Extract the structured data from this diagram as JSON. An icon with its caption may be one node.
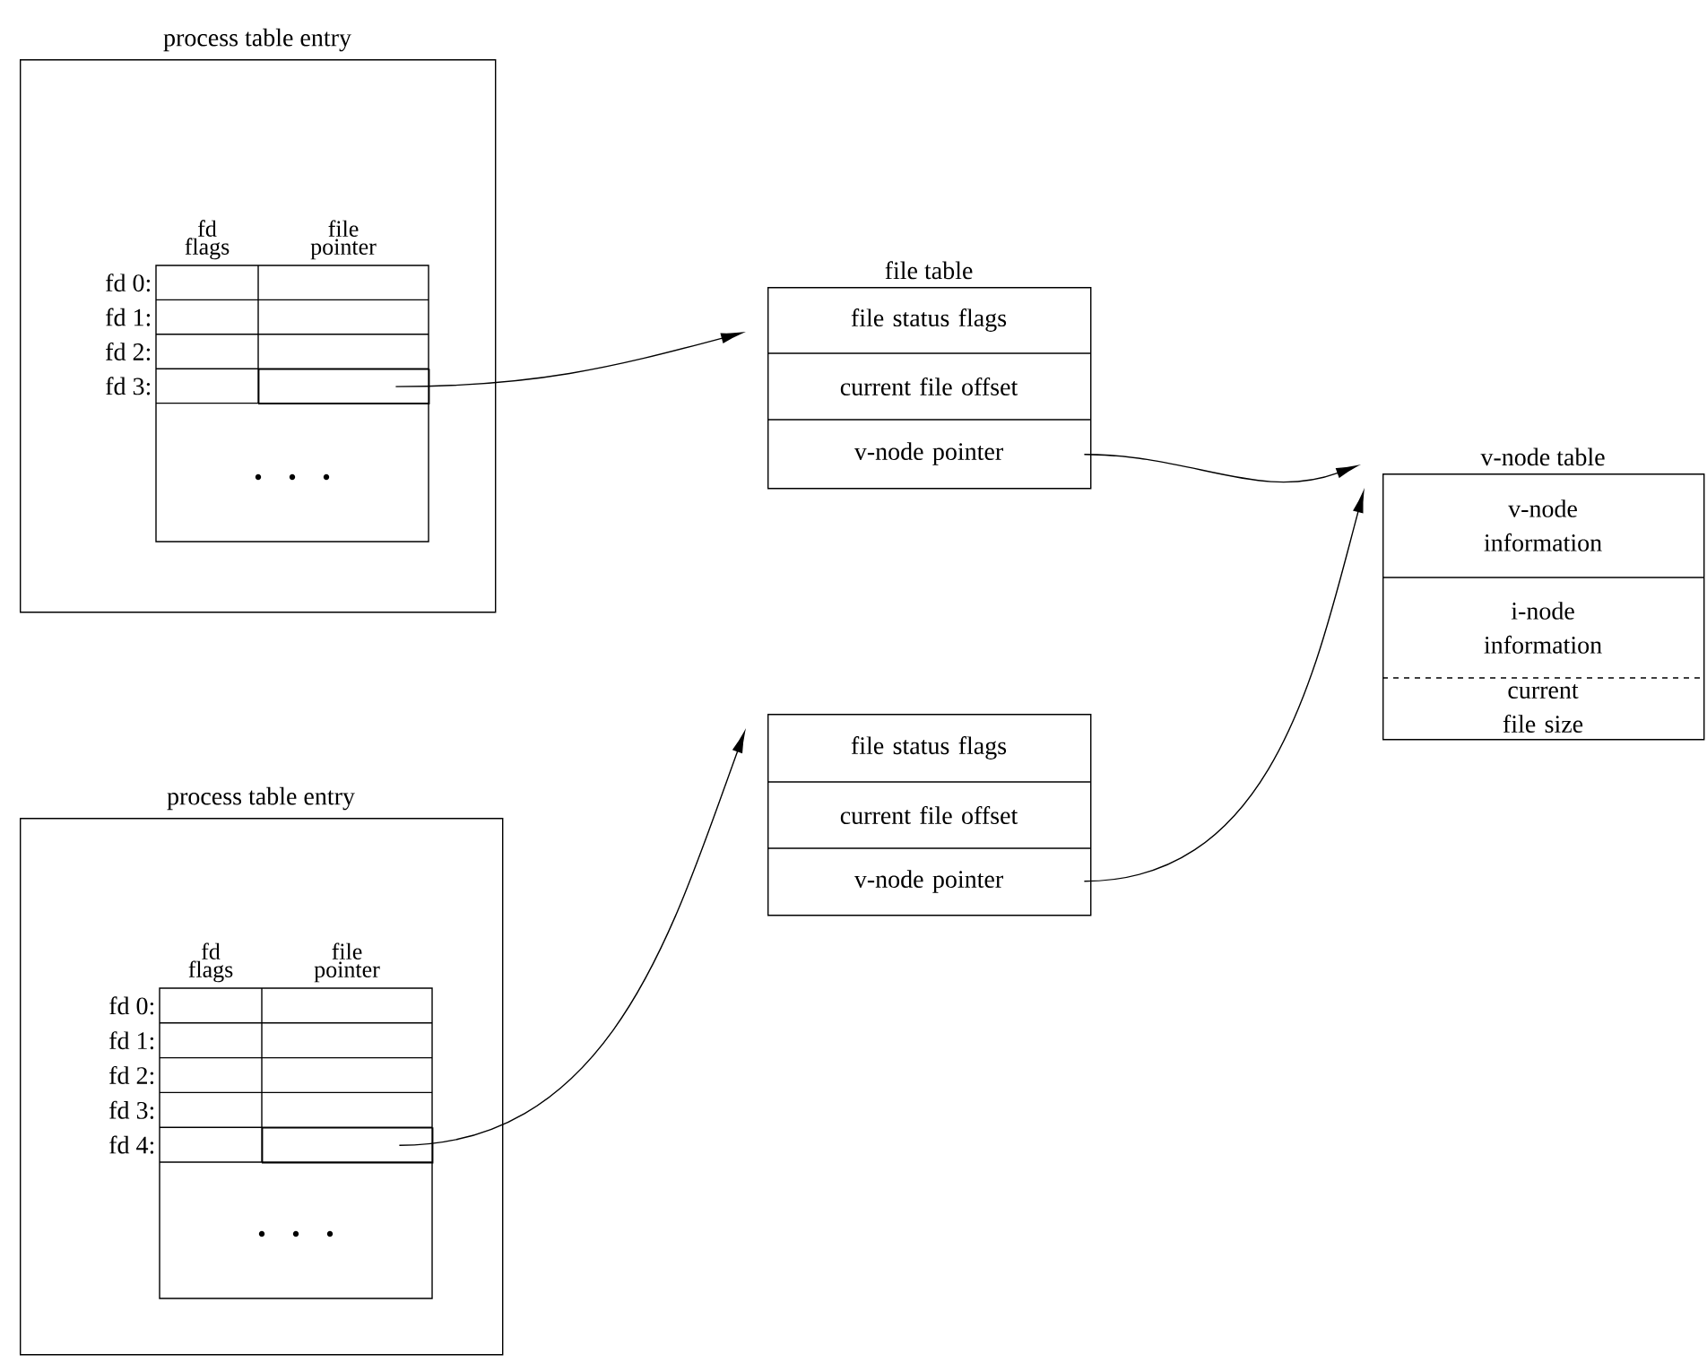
{
  "diagram": {
    "nodes": [
      {
        "text": [
          "process table entry"
        ]
      },
      {
        "text": [
          "fd flags",
          "file pointer"
        ],
        "in": 0,
        "beside": [
          "fd 0:",
          "fd 1:",
          "fd 2:",
          "fd 3:"
        ]
      },
      {
        "text": [],
        "shape": "box",
        "in": 1
      },
      {
        "text": [
          "file table",
          "file status flags",
          "current file offset",
          "v-node pointer"
        ]
      },
      {
        "text": [
          "v-node table",
          "v-node information",
          "i-node information",
          "current file size"
        ]
      },
      {
        "text": [
          "process table entry"
        ]
      },
      {
        "text": [
          "fd flags",
          "file pointer"
        ],
        "in": 5,
        "beside": [
          "fd 0:",
          "fd 1:",
          "fd 2:",
          "fd 3:",
          "fd 4:"
        ]
      },
      {
        "text": [],
        "shape": "box",
        "in": 6
      },
      {
        "text": [
          "file status flags",
          "current file offset",
          "v-node pointer"
        ]
      }
    ],
    "edges": [
      {
        "from": 2,
        "to": 3,
        "arrow": "to"
      },
      {
        "from": 3,
        "to": 4,
        "arrow": "to"
      },
      {
        "from": 7,
        "to": 8,
        "arrow": "to"
      },
      {
        "from": 8,
        "to": 4,
        "arrow": "to"
      }
    ]
  }
}
